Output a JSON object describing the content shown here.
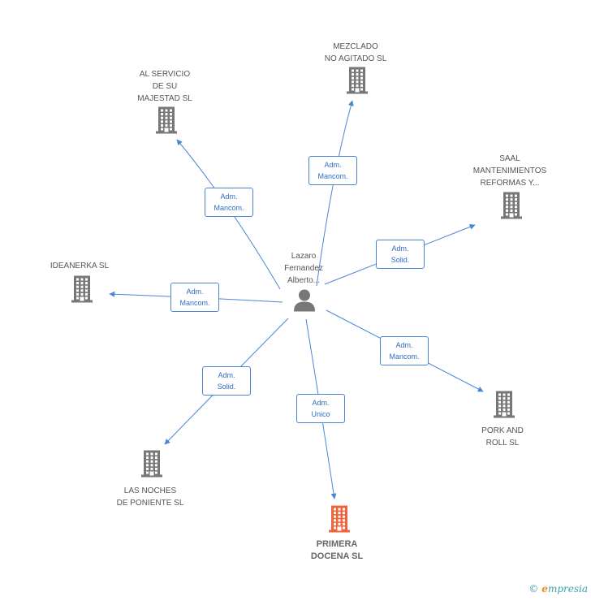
{
  "colors": {
    "edge": "#4a86d8",
    "building": "#777777",
    "highlight": "#f0643c",
    "person": "#777777"
  },
  "center": {
    "label": "Lazaro\nFernandez\nAlberto...",
    "icon": "person-icon"
  },
  "companies": [
    {
      "id": "mezclado",
      "label": "MEZCLADO\nNO AGITADO SL",
      "icon": "building-icon",
      "highlight": false
    },
    {
      "id": "al-servicio",
      "label": "AL SERVICIO\nDE SU\nMAJESTAD  SL",
      "icon": "building-icon",
      "highlight": false
    },
    {
      "id": "saal",
      "label": "SAAL\nMANTENIMIENTOS\nREFORMAS Y...",
      "icon": "building-icon",
      "highlight": false
    },
    {
      "id": "ideanerka",
      "label": "IDEANERKA SL",
      "icon": "building-icon",
      "highlight": false
    },
    {
      "id": "pork-and-roll",
      "label": "PORK AND\nROLL  SL",
      "icon": "building-icon",
      "highlight": false
    },
    {
      "id": "las-noches",
      "label": "LAS NOCHES\nDE PONIENTE SL",
      "icon": "building-icon",
      "highlight": false
    },
    {
      "id": "primera-docena",
      "label": "PRIMERA\nDOCENA SL",
      "icon": "building-icon",
      "highlight": true
    }
  ],
  "relations": [
    {
      "to": "mezclado",
      "label": "Adm.\nMancom."
    },
    {
      "to": "al-servicio",
      "label": "Adm.\nMancom."
    },
    {
      "to": "saal",
      "label": "Adm.\nSolid."
    },
    {
      "to": "ideanerka",
      "label": "Adm.\nMancom."
    },
    {
      "to": "pork-and-roll",
      "label": "Adm.\nMancom."
    },
    {
      "to": "las-noches",
      "label": "Adm.\nSolid."
    },
    {
      "to": "primera-docena",
      "label": "Adm.\nUnico"
    }
  ],
  "brand": {
    "copyright": "©",
    "name_first": "e",
    "name_rest": "mpresia"
  }
}
